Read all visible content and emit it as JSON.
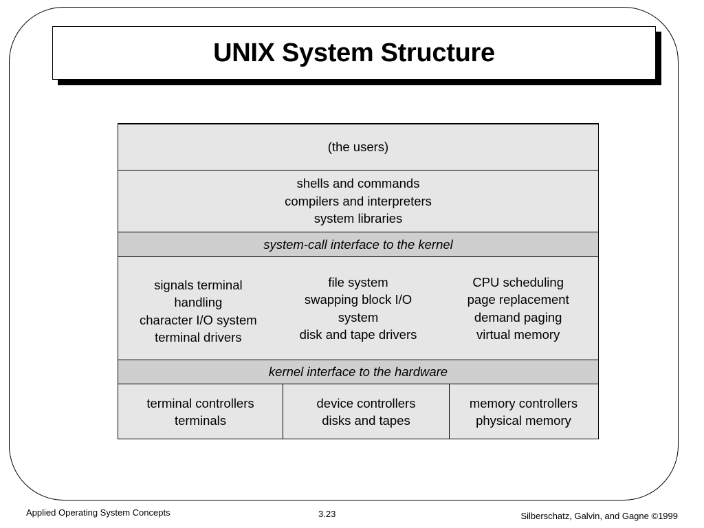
{
  "slide": {
    "title": "UNIX System Structure"
  },
  "diagram": {
    "users_layer": "(the users)",
    "programs_layer": [
      "shells and commands",
      "compilers and interpreters",
      "system libraries"
    ],
    "syscall_interface": "system-call interface to the kernel",
    "kernel": {
      "col1": [
        "signals terminal",
        "handling",
        "character I/O system",
        "terminal drivers"
      ],
      "col2": [
        "file system",
        "swapping block I/O",
        "system",
        "disk and tape drivers"
      ],
      "col3": [
        "CPU scheduling",
        "page replacement",
        "demand paging",
        "virtual memory"
      ]
    },
    "hardware_interface": "kernel interface to the hardware",
    "hardware": {
      "col1": [
        "terminal controllers",
        "terminals"
      ],
      "col2": [
        "device controllers",
        "disks and tapes"
      ],
      "col3": [
        "memory controllers",
        "physical memory"
      ]
    }
  },
  "footer": {
    "left": "Applied Operating System Concepts",
    "center": "3.23",
    "right": "Silberschatz, Galvin, and Gagne ©1999"
  }
}
